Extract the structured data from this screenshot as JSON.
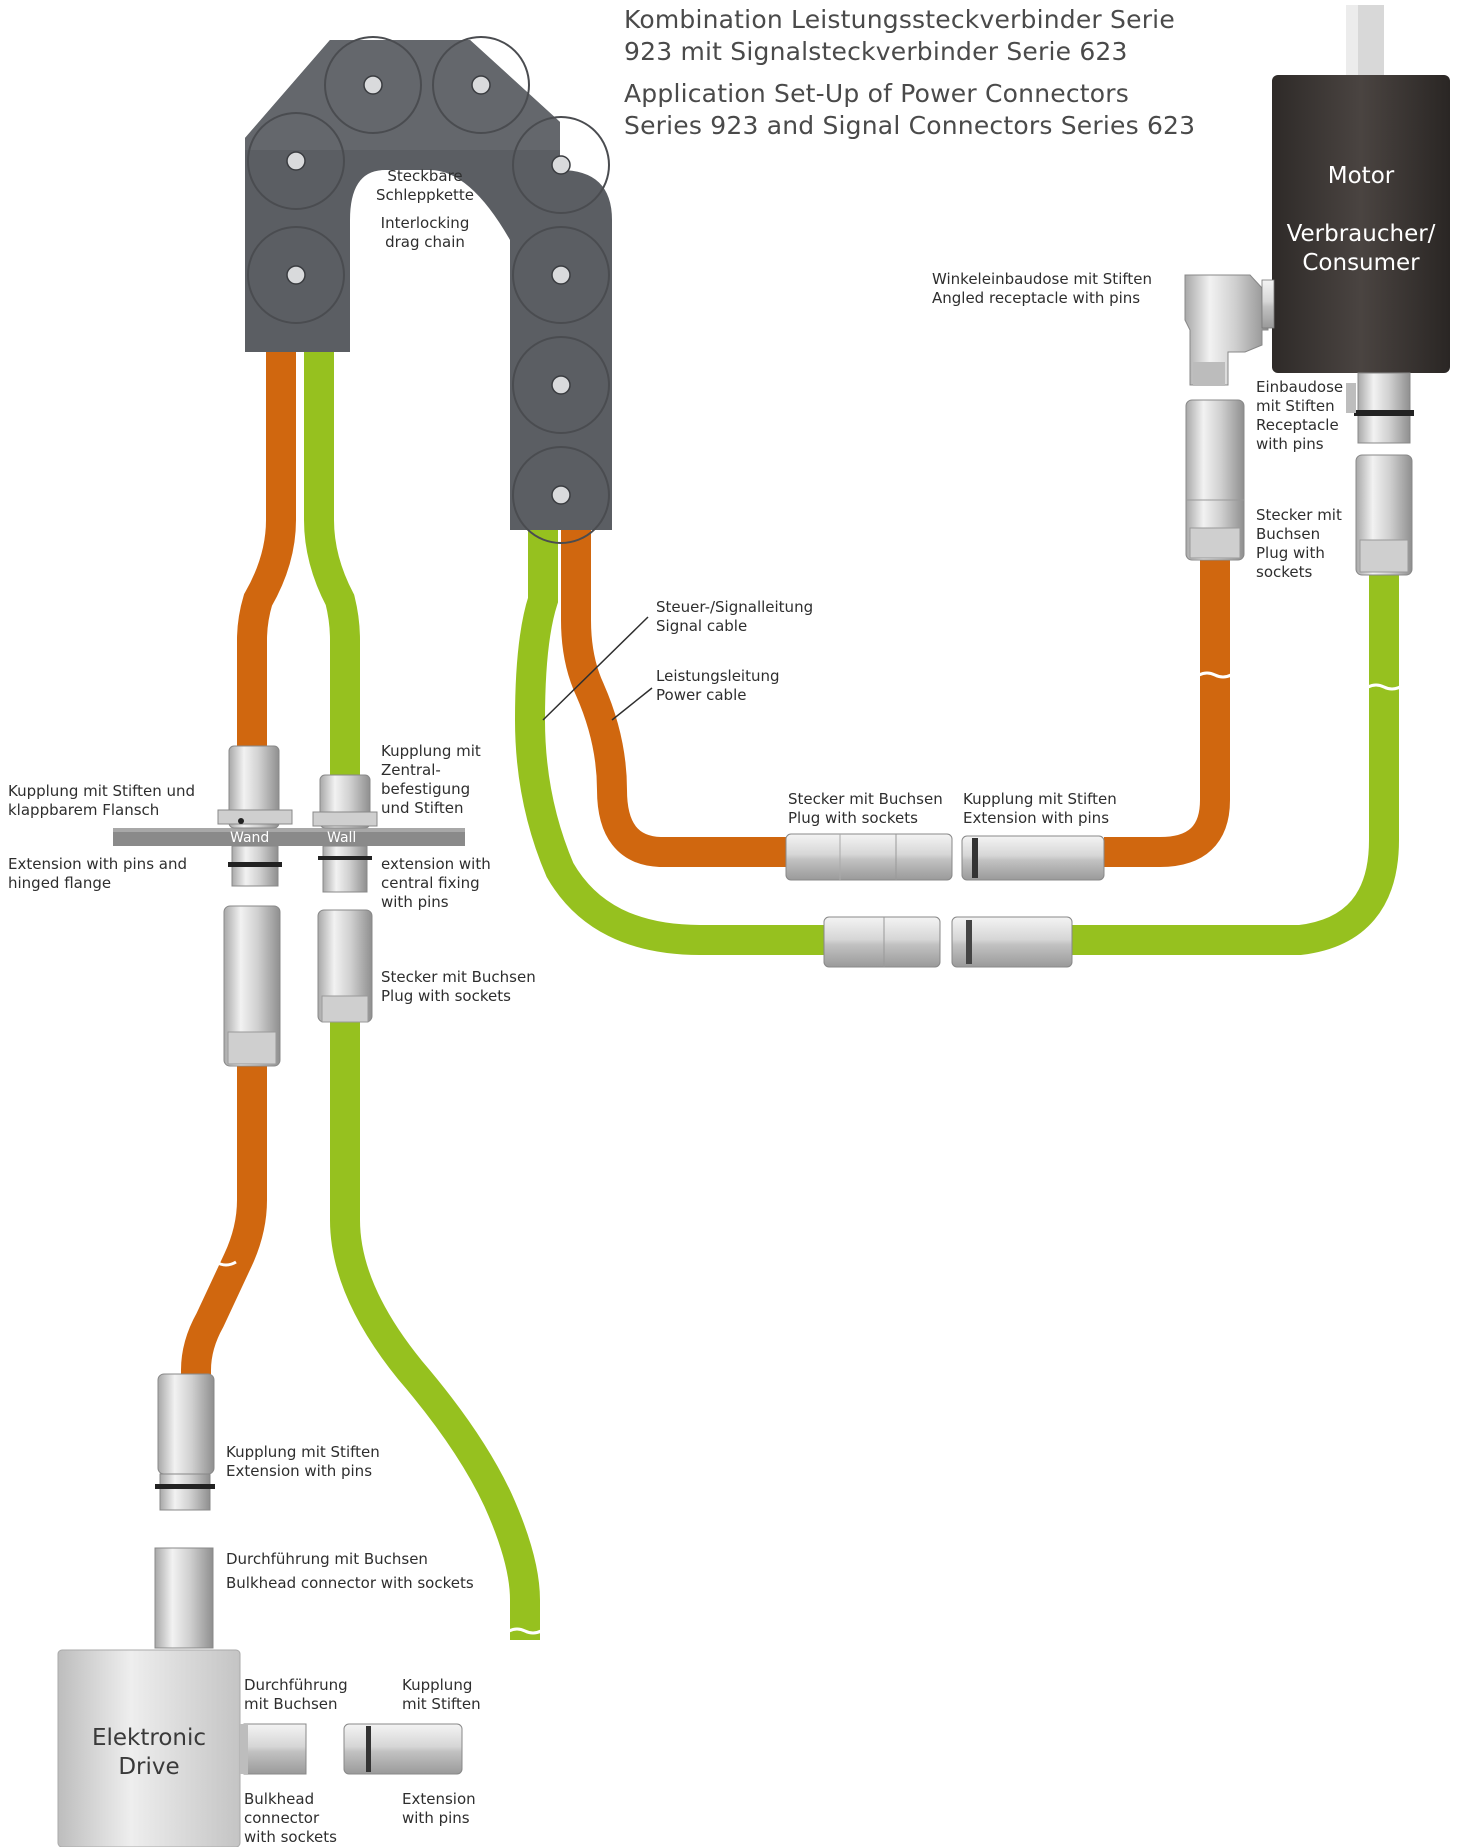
{
  "titles": {
    "de_line1": "Kombination Leistungssteckverbinder Serie",
    "de_line2": "923 mit Signalsteckverbinder Serie 623",
    "en_line1": "Application Set-Up of Power Connectors",
    "en_line2": "Series 923 and Signal Connectors Series 623"
  },
  "motor": {
    "label": "Motor",
    "consumer": "Verbraucher/\nConsumer"
  },
  "drive": {
    "label": "Elektronic\nDrive"
  },
  "chain": {
    "de": "Steckbare\nSchleppkette",
    "en": "Interlocking\ndrag chain"
  },
  "wall": {
    "de": "Wand",
    "en": "Wall"
  },
  "labels": {
    "angled_receptacle": "Winkeleinbaudose mit Stiften\nAngled receptacle with pins",
    "receptacle": "Einbaudose\nmit Stiften\nReceptacle\nwith pins",
    "plug_sockets_right": "Stecker mit\nBuchsen\nPlug with\nsockets",
    "signal_cable": "Steuer-/Signalleitung\nSignal cable",
    "power_cable": "Leistungsleitung\nPower cable",
    "plug_sockets_mid": "Stecker mit Buchsen\nPlug with sockets",
    "extension_pins_mid": "Kupplung mit Stiften\nExtension with pins",
    "hinged_de": "Kupplung mit Stiften und\nklappbarem Flansch",
    "hinged_en": "Extension with pins and\nhinged flange",
    "central_de": "Kupplung mit\nZentral-\nbefestigung\nund Stiften",
    "central_en": "extension with\ncentral fixing\nwith pins",
    "plug_sockets_left": "Stecker mit Buchsen\nPlug with sockets",
    "extension_pins_low": "Kupplung mit Stiften\nExtension with pins",
    "bulkhead_low": "Durchführung mit Buchsen\nBulkhead connector with sockets",
    "bulkhead_small_de": "Durchführung\nmit Buchsen",
    "bulkhead_small_en": "Bulkhead\nconnector\nwith sockets",
    "kupplung_small_de": "Kupplung\nmit Stiften",
    "kupplung_small_en": "Extension\nwith pins"
  },
  "colors": {
    "power_cable": "#d0670f",
    "signal_cable": "#96c11f",
    "chain": "#5b5e63",
    "motor": "#3b3634",
    "wall": "#8a8a8a",
    "connector": "#d8d8d8"
  }
}
